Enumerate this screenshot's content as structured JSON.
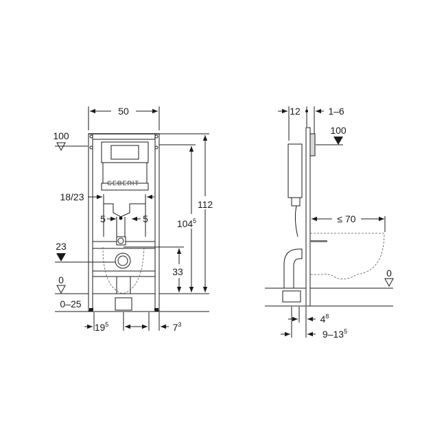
{
  "front_view": {
    "brand": "GEBERIT",
    "dimensions": {
      "width": "50",
      "top_level": "100",
      "flush_plate_spacing": "18/23",
      "left_offset": "5",
      "right_offset": "5",
      "drain_level": "23",
      "drain_height": "33",
      "height_total": "112",
      "height_inner_base": "104",
      "height_inner_sup": "5",
      "floor_level": "0",
      "foot_adjust": "0–25",
      "bottom_left_base": "19",
      "bottom_left_sup": "5",
      "bottom_right_base": "7",
      "bottom_right_sup": "3"
    }
  },
  "side_view": {
    "dimensions": {
      "depth_back": "12",
      "depth_front": "1–6",
      "top_level": "100",
      "bowl_projection": "≤ 70",
      "floor_level": "0",
      "frame_offset_base": "4",
      "frame_offset_sup": "8",
      "wall_offset_base": "9–13",
      "wall_offset_sup": "5"
    }
  }
}
